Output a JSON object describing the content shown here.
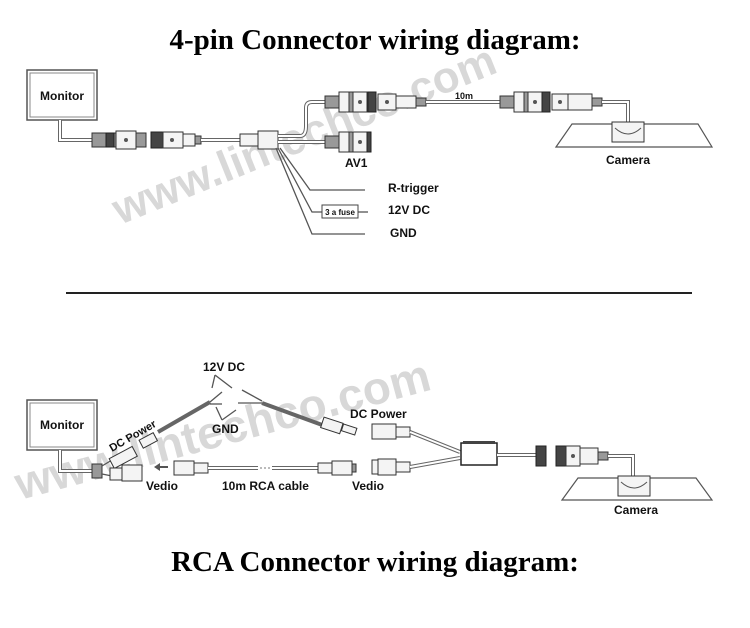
{
  "section1": {
    "title": "4-pin Connector wiring diagram:",
    "monitor_label": "Monitor",
    "av1_label": "AV1",
    "cable_length_label": "10m",
    "camera_label": "Camera",
    "rtrigger_label": "R-trigger",
    "fuse_label": "3 a fuse",
    "power_label": "12V DC",
    "gnd_label": "GND"
  },
  "section2": {
    "title": "RCA Connector wiring diagram:",
    "monitor_label": "Monitor",
    "dc_power_monitor_label": "DC Power",
    "power_label": "12V DC",
    "gnd_label": "GND",
    "dc_power_camera_label": "DC Power",
    "video_monitor_label": "Vedio",
    "rca_cable_label": "10m RCA cable",
    "video_camera_label": "Vedio",
    "camera_label": "Camera"
  },
  "watermark": {
    "text1": "www.lintechco.com",
    "text2": "www.lintechco.com"
  }
}
